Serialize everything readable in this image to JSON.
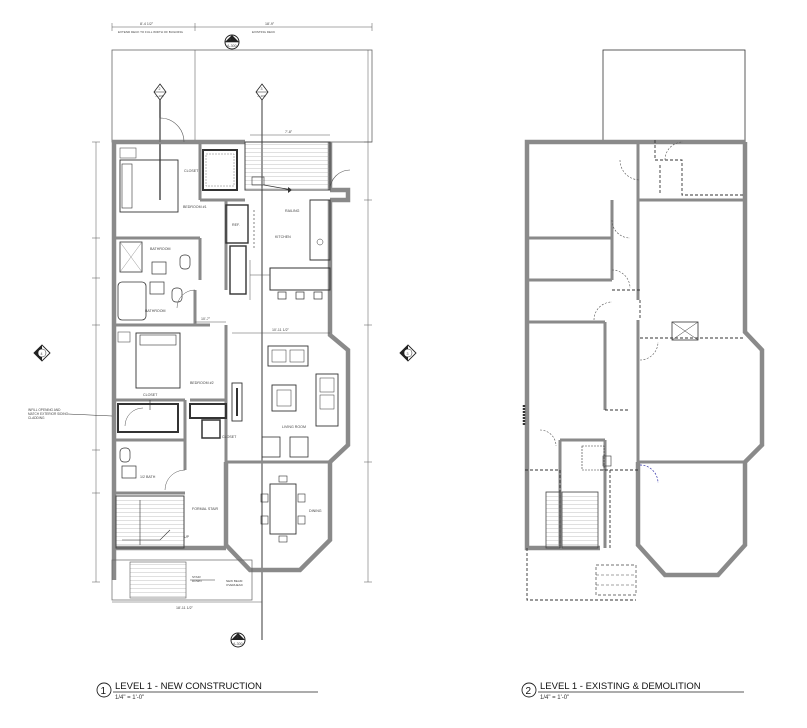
{
  "plans": [
    {
      "number": "1",
      "title": "LEVEL 1  - NEW CONSTRUCTION",
      "scale": "1/4\" = 1'-0\""
    },
    {
      "number": "2",
      "title": "LEVEL 1 - EXISTING & DEMOLITION",
      "scale": "1/4\" = 1'-0\""
    }
  ],
  "rooms": {
    "closet_a": "CLOSET",
    "bedroom_1": "BEDROOM #1",
    "bathroom_a": "BATHROOM",
    "bathroom_b": "BATHROOM",
    "closet_b": "CLOSET",
    "bedroom_2": "BEDROOM #2",
    "closet_c": "CLOSET",
    "half_bath": "1/2 BATH",
    "formal_stair": "FORMAL STAIR",
    "kitchen": "KITCHEN",
    "refrigerator": "REF.",
    "living_room": "LIVING ROOM",
    "dining_room": "DINING"
  },
  "notes": {
    "wall_opening": "INFILL OPENING AND MATCH EXTERIOR SIDING CLADDING",
    "stair_down": "STAIR DOWN",
    "new_beam": "NEW BEAM OVERHEAD",
    "railing": "RAILING",
    "stair_up": "UP"
  },
  "section_markers": [
    {
      "number": "2",
      "sheet": "A-100"
    },
    {
      "number": "3",
      "sheet": "A-100"
    },
    {
      "number": "1",
      "sheet": "A-300"
    },
    {
      "number": "2",
      "sheet": "A-300"
    },
    {
      "number": "3",
      "sheet": "A-300"
    },
    {
      "number": "4",
      "sheet": "A-300"
    }
  ],
  "dimensions": {
    "top_left": "8'-4 1/2\"",
    "top_right": "18'-9\"",
    "top_note_left": "EXTEND DECK TO FULL WIDTH OF BUILDING",
    "top_note_right": "EXISTING DECK",
    "stair_width": "7'-8\"",
    "middle_a": "10'-7\"",
    "middle_b": "10'-11 1/2\"",
    "overall_bottom": "18'-11 1/2\""
  }
}
